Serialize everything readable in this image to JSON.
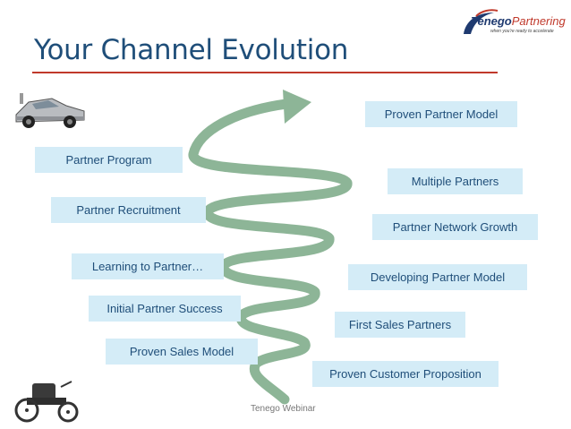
{
  "header": {
    "title": "Your Channel Evolution",
    "logo_brand_bold": "Tenego",
    "logo_brand_rest": "Partnering",
    "logo_tagline": "when you're ready to accelerate"
  },
  "left_labels": [
    "Partner Program",
    "Partner Recruitment",
    "Learning to Partner…",
    "Initial Partner Success",
    "Proven Sales Model"
  ],
  "right_labels": [
    "Proven Partner Model",
    "Multiple Partners",
    "Partner Network Growth",
    "Developing Partner Model",
    "First Sales Partners",
    "Proven Customer Proposition"
  ],
  "footer": {
    "text": "Tenego Webinar"
  },
  "colors": {
    "title": "#1f4e79",
    "rule": "#c0392b",
    "box_fill": "#d4ecf7",
    "box_text": "#1f4e79",
    "spiral": "#8db597"
  },
  "icons": {
    "top_left": "delorean-car-icon",
    "bottom_left": "vintage-automobile-icon",
    "logo": "tenego-swoosh-icon"
  }
}
